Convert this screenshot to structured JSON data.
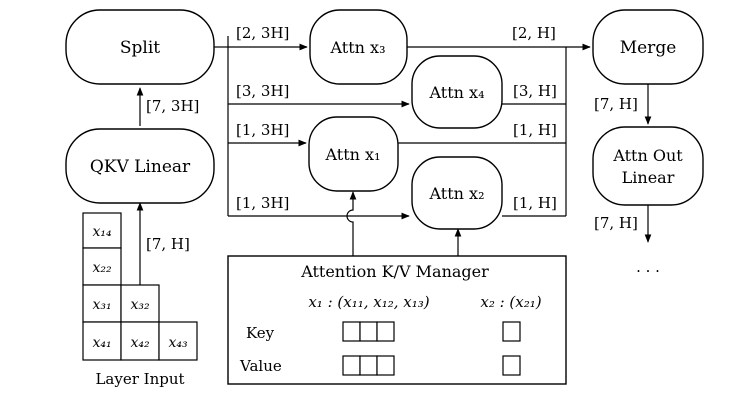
{
  "nodes": {
    "split": "Split",
    "qkv_linear": "QKV Linear",
    "attn_x3": "Attn x₃",
    "attn_x4": "Attn x₄",
    "attn_x1": "Attn x₁",
    "attn_x2": "Attn x₂",
    "merge": "Merge",
    "attn_out_line1": "Attn Out",
    "attn_out_line2": "Linear",
    "ellipsis": "· · ·"
  },
  "edge_labels": {
    "qkv_to_split": "[7, 3H]",
    "input_to_qkv": "[7, H]",
    "split_to_x3": "[2, 3H]",
    "split_to_x4": "[3, 3H]",
    "split_to_x1": "[1, 3H]",
    "split_to_x2": "[1, 3H]",
    "x3_to_merge": "[2, H]",
    "x4_to_merge": "[3, H]",
    "x1_to_merge": "[1, H]",
    "x2_to_merge": "[1, H]",
    "merge_to_out": "[7, H]",
    "out_to_next": "[7, H]"
  },
  "layer_input": {
    "caption": "Layer Input",
    "cells": [
      "x₁₄",
      "x₂₂",
      "x₃₁",
      "x₃₂",
      "x₄₁",
      "x₄₂",
      "x₄₃"
    ]
  },
  "kv_manager": {
    "title": "Attention K/V Manager",
    "x1_header": "x₁ : (x₁₁, x₁₂, x₁₃)",
    "x2_header": "x₂ : (x₂₁)",
    "key_label": "Key",
    "value_label": "Value"
  }
}
